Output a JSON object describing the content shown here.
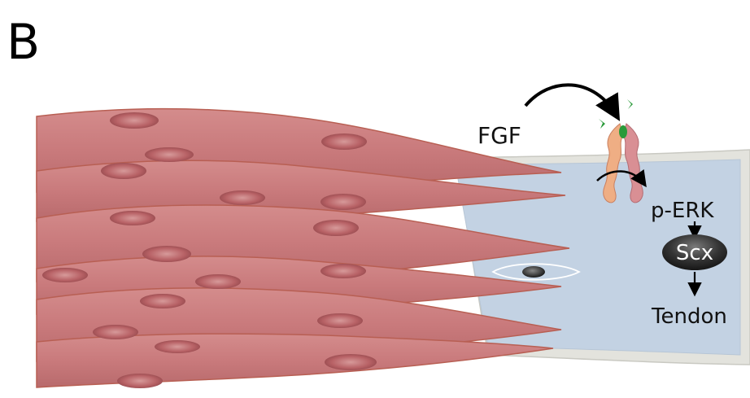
{
  "panel_label": "B",
  "labels": {
    "ligand": "FGF",
    "kinase": "p-ERK",
    "transcription_factor": "Scx",
    "outcome": "Tendon"
  },
  "colors": {
    "muscle_fill": "#c9787b",
    "muscle_edge": "#b85f53",
    "nucleus": "#b05a5e",
    "tendon_fill": "#c3d2e3",
    "tendon_border": "#e2e2dc",
    "receptor_orange": "#efae84",
    "receptor_pink": "#d98f94",
    "ligand_green": "#2a9a3a",
    "scx_dark": "#222222",
    "arrow": "#000000"
  }
}
